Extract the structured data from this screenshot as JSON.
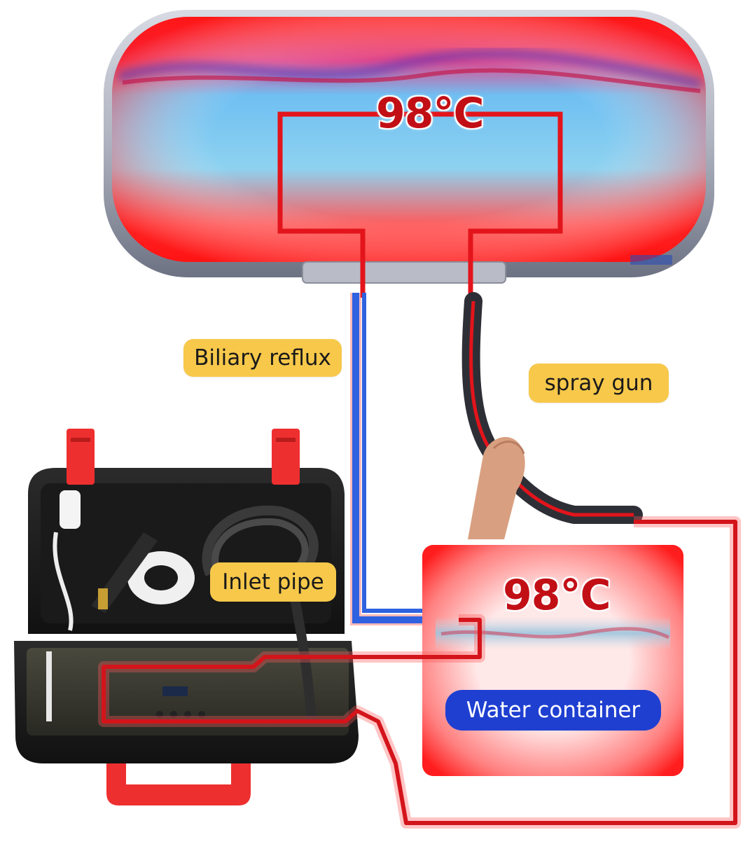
{
  "labels": {
    "heater_temp": "98°C",
    "container_temp": "98°C",
    "biliary_reflux": "Biliary reflux",
    "spray_gun": "spray gun",
    "inlet_pipe": "Inlet pipe",
    "water_container": "Water container"
  },
  "colors": {
    "hot_line": "#e3141b",
    "cold_line": "#2f62e0",
    "label_bg": "#f7c84a",
    "pill_bg": "#1f3fd1",
    "temp_text": "#c20f16"
  }
}
